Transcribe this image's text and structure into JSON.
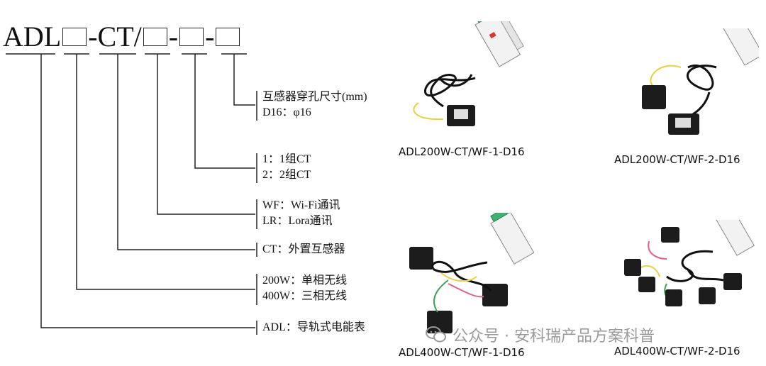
{
  "model_code": {
    "prefix": "ADL",
    "ct": "-CT/",
    "dash1": "-",
    "dash2": "-"
  },
  "legend": [
    {
      "line1": "互感器穿孔尺寸(mm)",
      "line2": "D16：φ16"
    },
    {
      "line1": "1：1组CT",
      "line2": "2：2组CT"
    },
    {
      "line1": "WF：Wi-Fi通讯",
      "line2": "LR：Lora通讯"
    },
    {
      "line1": "CT：外置互感器"
    },
    {
      "line1": "200W：单相无线",
      "line2": "400W：三相无线"
    },
    {
      "line1": "ADL：导轨式电能表"
    }
  ],
  "products": [
    {
      "caption": "ADL200W-CT/WF-1-D16"
    },
    {
      "caption": "ADL200W-CT/WF-2-D16"
    },
    {
      "caption": "ADL400W-CT/WF-1-D16"
    },
    {
      "caption": "ADL400W-CT/WF-2-D16"
    }
  ],
  "watermark": "公众号 · 安科瑞产品方案科普",
  "colors": {
    "line": "#222222",
    "cable_black": "#111111",
    "wire_yellow": "#e8d23a",
    "wire_green": "#3aa35a",
    "wire_red": "#e0608a",
    "terminal_green": "#3cb371"
  }
}
